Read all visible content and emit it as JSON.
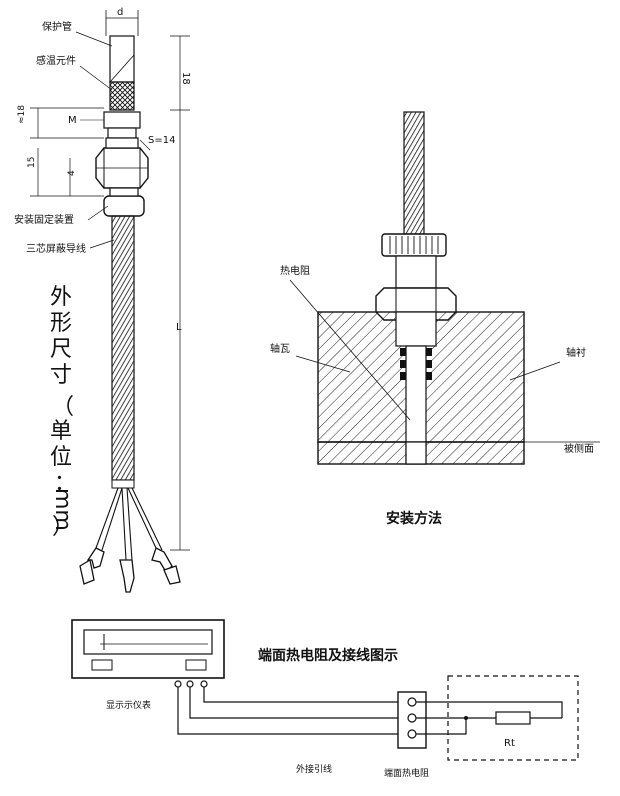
{
  "left_figure": {
    "dim_d": "d",
    "dim_18_top": "18",
    "dim_M": "M",
    "dim_approx_18": "≈18",
    "dim_S": "S=14",
    "dim_15": "15",
    "dim_4": "4",
    "dim_L": "L",
    "label_protective_tube": "保护管",
    "label_sensing_element": "感温元件",
    "label_mounting_device": "安装固定装置",
    "label_shielded_wire": "三芯屏蔽导线",
    "title_vertical": [
      "外",
      "形",
      "尺",
      "寸",
      "（",
      "单",
      "位",
      "：",
      "mm",
      "）"
    ]
  },
  "install_figure": {
    "label_rtd": "热电阻",
    "label_bearing_shell": "轴瓦",
    "label_bearing_lining": "轴衬",
    "label_measured_surface": "被侧面",
    "caption": "安装方法"
  },
  "wiring_figure": {
    "title": "端面热电阻及接线图示",
    "label_display": "显示示仪表",
    "label_external_lead": "外接引线",
    "label_terminal": "端面热电阻",
    "label_rt": "Rt"
  }
}
